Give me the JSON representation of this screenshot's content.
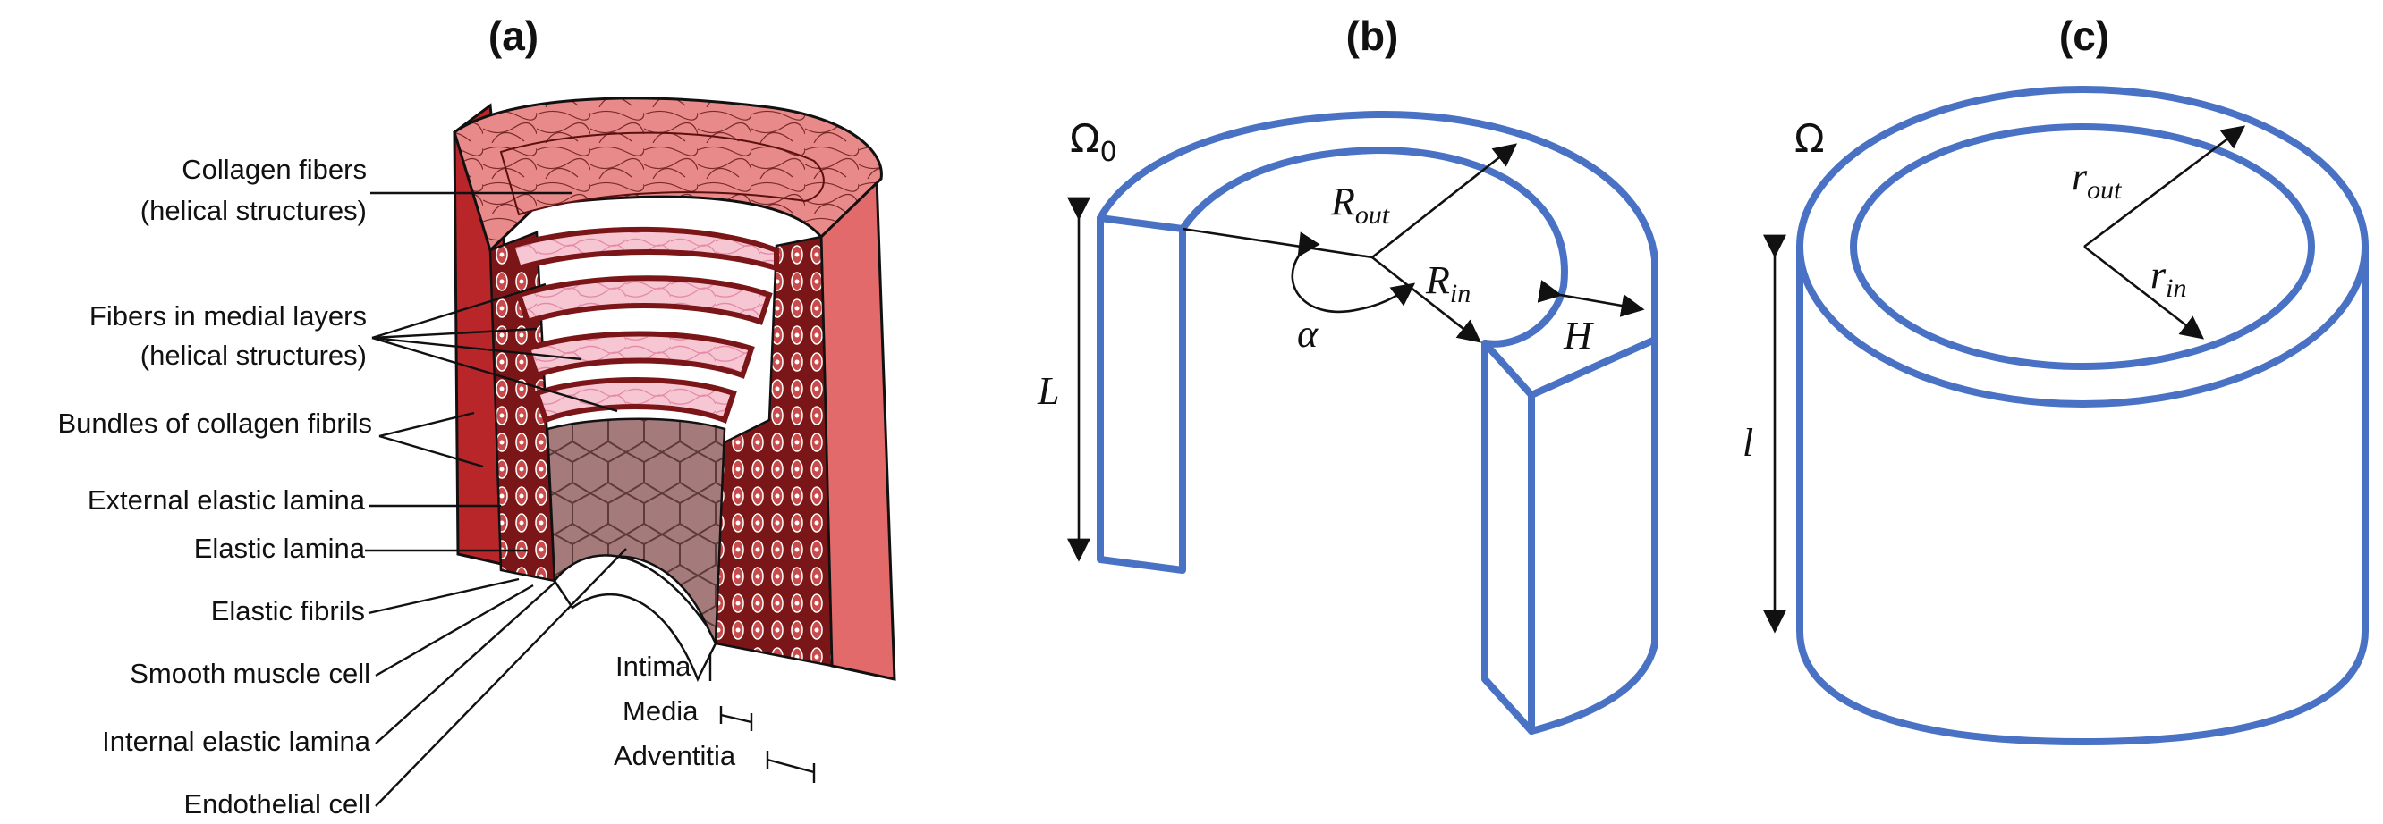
{
  "panels": {
    "a": {
      "title": "(a)",
      "labels": {
        "collagen_fibers_1": "Collagen fibers",
        "collagen_fibers_2": "(helical structures)",
        "medial_fibers_1": "Fibers in medial layers",
        "medial_fibers_2": "(helical structures)",
        "bundles": "Bundles  of collagen fibrils",
        "external_lamina": "External elastic lamina",
        "elastic_lamina": "Elastic lamina",
        "elastic_fibrils": "Elastic fibrils",
        "smooth_muscle": "Smooth muscle cell",
        "internal_lamina": "Internal elastic lamina",
        "endothelial": "Endothelial cell",
        "intima": "Intima",
        "media": "Media",
        "adventitia": "Adventitia"
      },
      "colors": {
        "adventitia_dark": "#b8262a",
        "adventitia_light": "#e36a6a",
        "media_pink": "#f6c6d2",
        "lamina_dark": "#7a1518",
        "endothelium": "#a47a7a"
      }
    },
    "b": {
      "title": "(b)",
      "symbols": {
        "domain": "Ω",
        "domain_sub": "0",
        "R": "R",
        "out": "out",
        "in": "in",
        "alpha": "α",
        "L": "L",
        "H": "H"
      }
    },
    "c": {
      "title": "(c)",
      "symbols": {
        "domain": "Ω",
        "r": "r",
        "out": "out",
        "in": "in",
        "l": "l"
      }
    },
    "outline_color": "#4a72c4"
  }
}
